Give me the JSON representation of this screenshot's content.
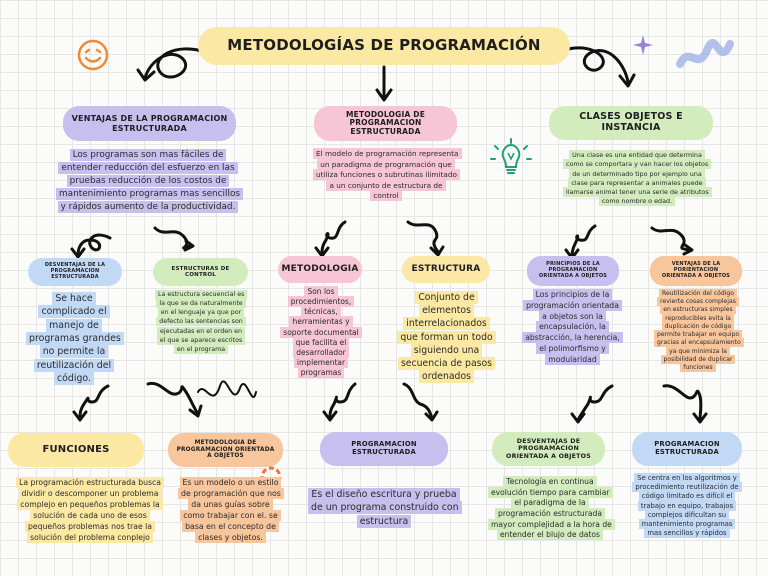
{
  "title": "METODOLOGÍAS DE PROGRAMACIÓN",
  "colors": {
    "purple": "#c7c0ee",
    "pink": "#f6c6d6",
    "yellow": "#fbe9a3",
    "green": "#d3ecbe",
    "blue": "#c2d9f5",
    "orange": "#f8c69d"
  },
  "icons": {
    "smiley": "smiley-icon",
    "lightbulb": "lightbulb-icon",
    "sparkle": "sparkle-icon",
    "scribble": "scribble-icon",
    "flower": "flower-icon"
  },
  "left": {
    "heading": "VENTAJAS DE LA PROGRAMACION ESTRUCTURADA",
    "text": "Los programas son mas fáciles de entender reducción del esfuerzo en las pruebas reducción de los costos de mantenimiento programas mas sencillos y rápidos aumento de la productividad.",
    "sub1": {
      "heading": "DESVENTAJAS DE LA PROGRAMACION ESTRUCTURADA",
      "text": "Se hace complicado el manejo de programas grandes no permite la reutilización del código."
    },
    "sub2": {
      "heading": "ESTRUCTURAS DE CONTROL",
      "text": "La estructura secuencial es la que se da naturalmente en el lenguaje ya que por defecto las sentencias son ejecutadas en el orden en el que se aparece escritos en el programa"
    },
    "funciones": {
      "heading": "FUNCIONES",
      "text": "La programación estructurada busca dividir o descomponer un problema complejo en pequeños problemas la solución de cada uno de esos pequeños problemas nos trae la solución del problema conplejo"
    },
    "moo": {
      "heading": "METODOLOGIA DE PROGRAMACION ORIENTADA A OBJETOS",
      "text": "Es un modelo o un estilo de programación que nos da unas guías sobre como trabajar con el. se basa en el concepto de clases y objetos."
    }
  },
  "center": {
    "heading": "METODOLOGIA DE PROGRAMACION ESTRUCTURADA",
    "text": "El modelo de programación representa un paradigma de programación que utiliza funciones o subrutinas ilimitado a un conjunto de estructura de control",
    "metodologia": {
      "heading": "METODOLOGIA",
      "text": "Son los procedimientos, técnicas, herramientas y soporte documental que facilita el desarrollador implementar programas"
    },
    "estructura": {
      "heading": "ESTRUCTURA",
      "text": "Conjunto de elementos interrelacionados que forman un todo siguiendo una secuencia de pasos ordenados"
    },
    "prog": {
      "heading": "PROGRAMACION ESTRUCTURADA",
      "text": "Es el diseño escritura y prueba de un programa construido con estructura"
    }
  },
  "right": {
    "heading": "CLASES OBJETOS E INSTANCIA",
    "text": "Una clase es una entidad que determina como se comportara y van hacer los objetos de un determinado tipo por ejemplo una clase para representar a animales puede llamarse animal tener una serie de atributos como nombre o edad.",
    "sub1": {
      "heading": "PRINCIPIOS DE LA PROGRAMACION ORIENTADA A OBJETOS",
      "text": "Los principios de la programación orientada a objetos son la encapsulación, la abstracción, la herencia, el polimorfismo y modularidad"
    },
    "sub2": {
      "heading": "VENTAJAS DE LA PORIENTACION ORIENTADA A OBJETOS",
      "text": "Reutilización del código revierte cosas complejas en estructuras simples reproducibles evita la duplicación de código permite trabajar en equipo gracias al encapsulamiento ya que minimiza la posibilidad de duplicar funciones"
    },
    "desv": {
      "heading": "DESVENTAJAS DE PROGRAMACION ORIENTADA A OBJETOS",
      "text": "Tecnología en continua evolución tiempo para cambiar el paradigma de la programación estructurada mayor complejidad a la hora de entender el blujo de datos"
    },
    "prog": {
      "heading": "PROGRAMACION ESTRUCTURADA",
      "text": "Se centra en los algoritmos y procedimiento reutilización de código limitado es difícil el trabajo en equipo, trabajos complejos dificultan su mantenimiento programas mas sencillos y rápidos"
    }
  }
}
